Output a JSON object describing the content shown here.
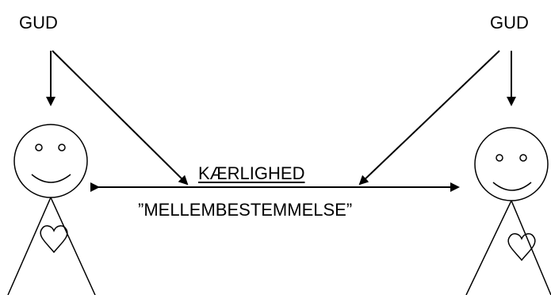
{
  "labels": {
    "gud_left": "GUD",
    "gud_right": "GUD",
    "love": "KÆRLIGHED",
    "middle_determination": "”MELLEMBESTEMMELSE”"
  },
  "colors": {
    "ink": "#000000",
    "background": "#ffffff"
  },
  "figures": [
    {
      "side": "left",
      "icon": "stick-figure-smiley-with-heart"
    },
    {
      "side": "right",
      "icon": "stick-figure-smiley-with-heart"
    }
  ]
}
